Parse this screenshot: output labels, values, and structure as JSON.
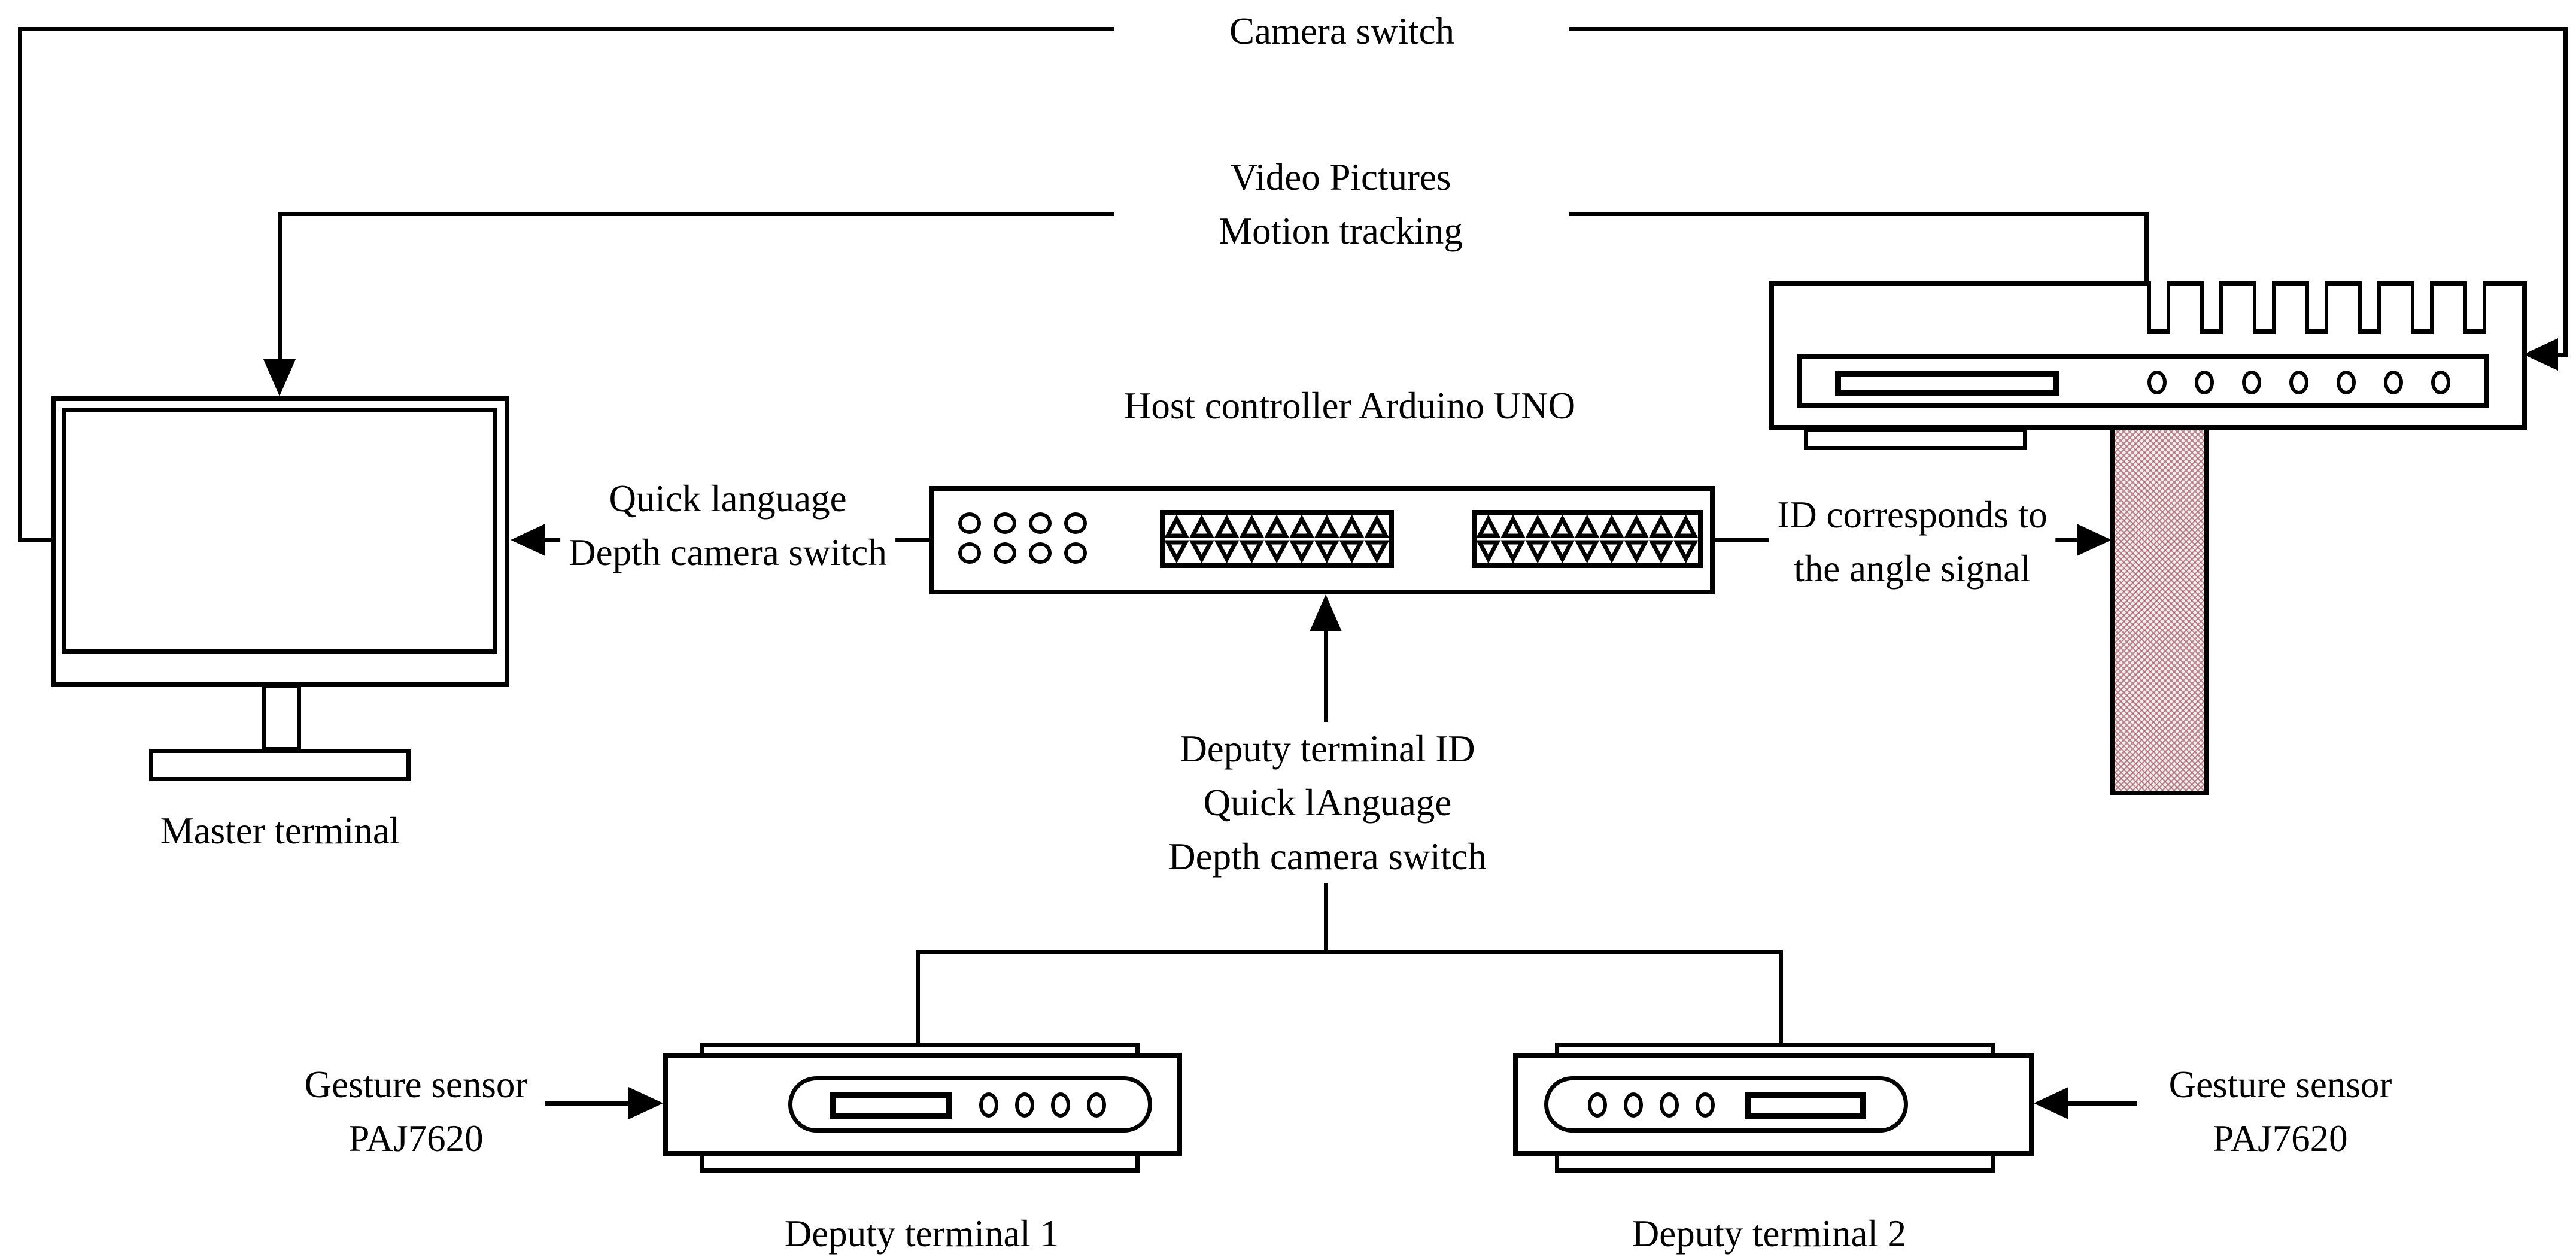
{
  "diagram": {
    "title_note": "Gesture control system block diagram",
    "colors": {
      "line": "#000000",
      "background": "#ffffff",
      "hatch_fill": "#9a4c58"
    },
    "labels": {
      "camera_switch": "Camera switch",
      "video_line1": "Video Pictures",
      "video_line2": "Motion tracking",
      "host_controller": "Host controller Arduino UNO",
      "quick_line1": "Quick language",
      "quick_line2": "Depth camera switch",
      "id_line1": "ID corresponds to",
      "id_line2": "the angle signal",
      "deputy_cmd_line1": "Deputy terminal ID",
      "deputy_cmd_line2": "Quick lAnguage",
      "deputy_cmd_line3": "Depth camera switch",
      "master_terminal": "Master terminal",
      "gesture_sensor_line1": "Gesture sensor",
      "gesture_sensor_line2": "PAJ7620",
      "deputy1_caption": "Deputy terminal 1",
      "deputy2_caption": "Deputy terminal 2"
    },
    "counts": {
      "arduino_button_rows": 2,
      "arduino_buttons_per_row": 4,
      "arduino_header_pin_columns": 9,
      "arduino_headers": 2,
      "servo_comb_slots": 7,
      "servo_panel_leds": 7,
      "deputy_terminal_leds": 4
    }
  }
}
